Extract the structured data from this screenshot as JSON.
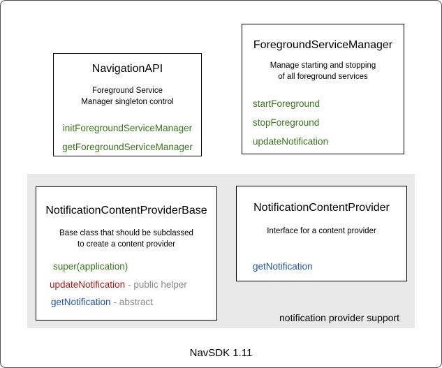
{
  "colors": {
    "method_green": "#38761d",
    "method_red": "#a61c18",
    "method_blue": "#2156a5",
    "note_gray": "#888888",
    "panel_bg": "#e9e9e9",
    "box_border": "#000000",
    "outer_border": "#4d4d4d"
  },
  "footer_label": "NavSDK 1.11",
  "panel": {
    "label": "notification provider support"
  },
  "boxes": {
    "navigation_api": {
      "title": "NavigationAPI",
      "description": [
        "Foreground Service",
        "Manager singleton control"
      ],
      "methods": [
        "initForegroundServiceManager",
        "getForegroundServiceManager"
      ]
    },
    "foreground_service_manager": {
      "title": "ForegroundServiceManager",
      "description": [
        "Manage starting and stopping",
        "of all foreground services"
      ],
      "methods": [
        "startForeground",
        "stopForeground",
        "updateNotification"
      ]
    },
    "notification_content_provider_base": {
      "title": "NotificationContentProviderBase",
      "description": [
        "Base class that should be subclassed",
        "to create a content provider"
      ],
      "methods": [
        {
          "name": "super(application)",
          "note": "",
          "color": "green"
        },
        {
          "name": "updateNotification",
          "note": "- public helper",
          "color": "red"
        },
        {
          "name": "getNotification",
          "note": "- abstract",
          "color": "blue"
        }
      ]
    },
    "notification_content_provider": {
      "title": "NotificationContentProvider",
      "description": [
        "Interface for a content provider"
      ],
      "methods": [
        {
          "name": "getNotification",
          "note": "",
          "color": "blue"
        }
      ]
    }
  }
}
